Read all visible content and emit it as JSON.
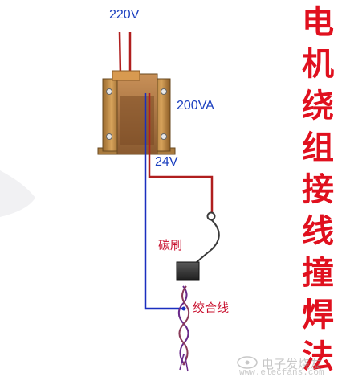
{
  "labels": {
    "input_voltage": "220V",
    "transformer_rating": "200VA",
    "output_voltage": "24V",
    "carbon_brush": "碳刷",
    "twisted_wire": "绞合线"
  },
  "title": {
    "chars": [
      "电",
      "机",
      "绕",
      "组",
      "接",
      "线",
      "撞",
      "焊",
      "法"
    ]
  },
  "watermark": {
    "text_cn": "电子发烧友",
    "text_en": "www.elecfans.com"
  },
  "colors": {
    "red_wire": "#b01e1e",
    "blue_wire": "#1a2fbf",
    "title_red": "#e0101e",
    "label_blue": "#1b3fbf"
  }
}
